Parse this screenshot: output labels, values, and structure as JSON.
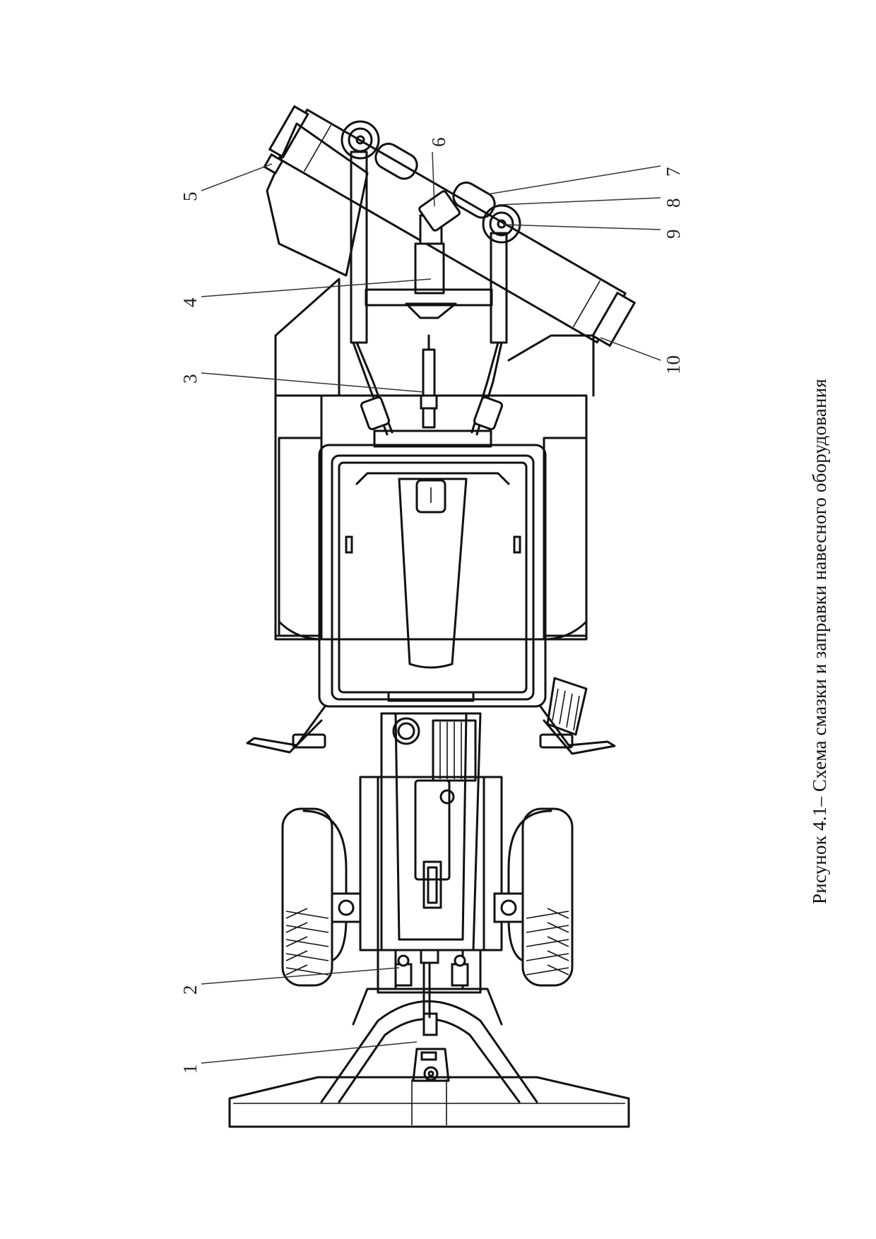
{
  "figure": {
    "caption": "Рисунок 4.1– Схема смазки и заправки навесного оборудования",
    "callouts": [
      "1",
      "2",
      "3",
      "4",
      "5",
      "6",
      "7",
      "8",
      "9",
      "10"
    ]
  },
  "colors": {
    "line": "#111111",
    "paper": "#ffffff"
  }
}
